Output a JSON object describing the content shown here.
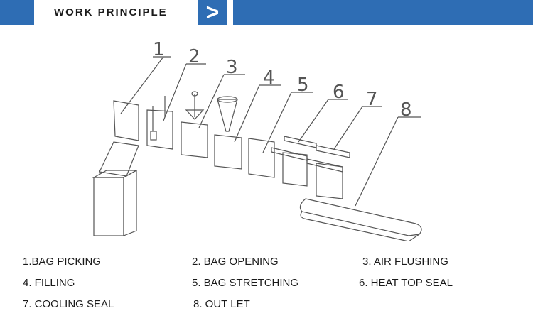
{
  "header": {
    "title": "WORK PRINCIPLE",
    "chevron": ">",
    "accent_color": "#2e6db4"
  },
  "diagram": {
    "labels": [
      "1",
      "2",
      "3",
      "4",
      "5",
      "6",
      "7",
      "8"
    ]
  },
  "legend": [
    "1.BAG PICKING",
    "2. BAG OPENING",
    "3. AIR FLUSHING",
    "4. FILLING",
    "5. BAG STRETCHING",
    "6. HEAT TOP SEAL",
    "7. COOLING SEAL",
    "8. OUT LET"
  ]
}
